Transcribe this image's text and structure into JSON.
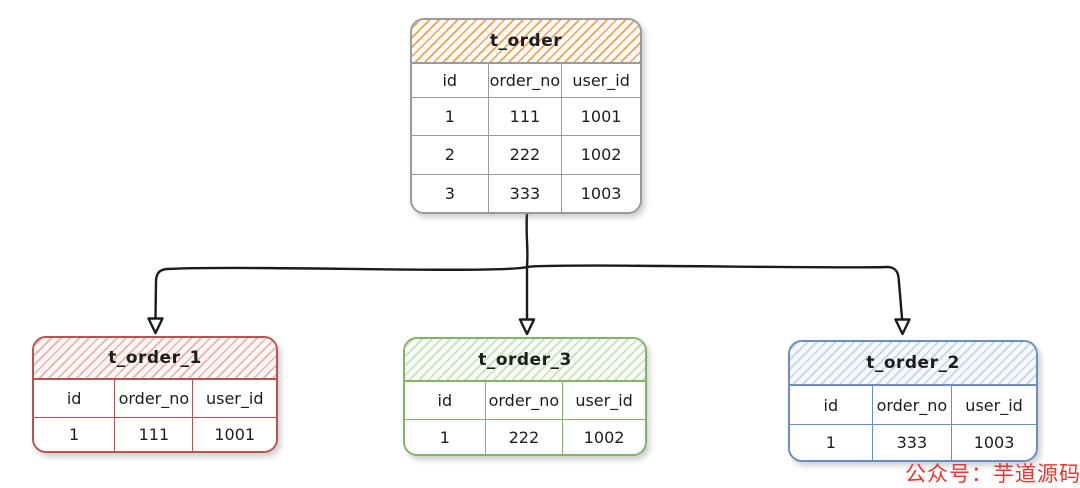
{
  "diagram": {
    "arrow_color": "#1b1b1b",
    "text_color": "#1d1d1d",
    "watermark": "公众号：芋道源码",
    "watermark_color": "#ee342b",
    "tables": [
      {
        "title": "t_order",
        "columns": [
          "id",
          "order_no",
          "user_id"
        ],
        "rows": [
          [
            "1",
            "111",
            "1001"
          ],
          [
            "2",
            "222",
            "1002"
          ],
          [
            "3",
            "333",
            "1003"
          ]
        ],
        "theme": {
          "border": "#9a9a9a",
          "hatch": "#f3a24b",
          "header_bg": "#fcfcfc"
        }
      },
      {
        "title": "t_order_1",
        "columns": [
          "id",
          "order_no",
          "user_id"
        ],
        "rows": [
          [
            "1",
            "111",
            "1001"
          ]
        ],
        "theme": {
          "border": "#b85450",
          "hatch": "#e9b0ac",
          "header_bg": "#fdf7f6"
        }
      },
      {
        "title": "t_order_3",
        "columns": [
          "id",
          "order_no",
          "user_id"
        ],
        "rows": [
          [
            "1",
            "222",
            "1002"
          ]
        ],
        "theme": {
          "border": "#82b366",
          "hatch": "#c8dfb9",
          "header_bg": "#f8fbf5"
        }
      },
      {
        "title": "t_order_2",
        "columns": [
          "id",
          "order_no",
          "user_id"
        ],
        "rows": [
          [
            "1",
            "333",
            "1003"
          ]
        ],
        "theme": {
          "border": "#6c8ebf",
          "hatch": "#c3d2e6",
          "header_bg": "#f6f9fc"
        }
      }
    ]
  }
}
